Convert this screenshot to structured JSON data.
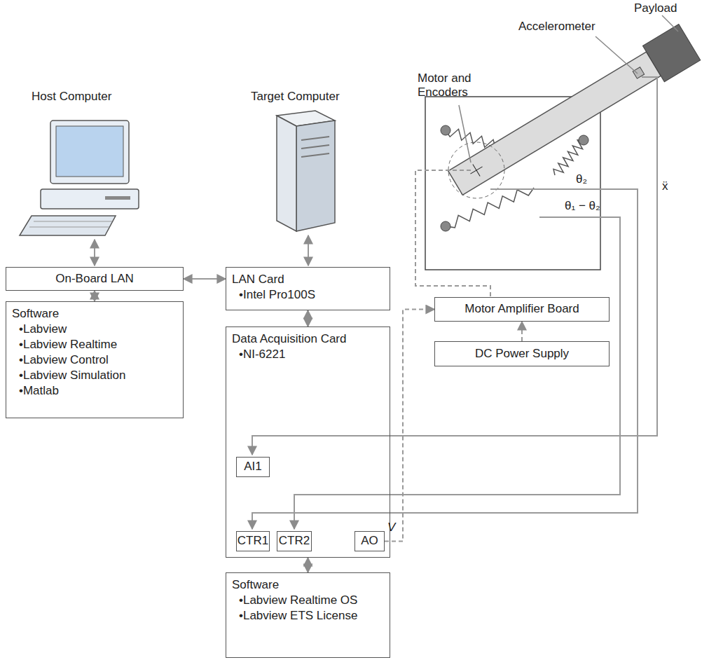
{
  "diagram": {
    "nodes": [
      {
        "text": [
          "On-Board LAN"
        ]
      },
      {
        "text": [
          "Software",
          "•Labview",
          "•Labview Realtime",
          "•Labview Control",
          "•Labview Simulation",
          "•Matlab"
        ]
      },
      {
        "text": [
          "LAN Card",
          "•Intel Pro100S"
        ]
      },
      {
        "text": [
          "Data Acquisition Card",
          "•NI-6221"
        ]
      },
      {
        "text": [
          "AI1"
        ],
        "in": 3
      },
      {
        "text": [
          "CTR1"
        ],
        "in": 3
      },
      {
        "text": [
          "CTR2"
        ],
        "in": 3
      },
      {
        "text": [
          "AO"
        ],
        "in": 3
      },
      {
        "text": [
          "Software",
          "•Labview Realtime OS",
          "•Labview ETS License"
        ]
      },
      {
        "text": [
          "Motor Amplifier Board"
        ]
      },
      {
        "text": [
          "DC Power Supply"
        ]
      }
    ],
    "edges": [
      {
        "from": 0,
        "to": 1,
        "arrow": "both"
      },
      {
        "from": 0,
        "to": 2,
        "arrow": "both"
      },
      {
        "from": 2,
        "to": 3,
        "arrow": "both"
      },
      {
        "from": 3,
        "to": 8,
        "arrow": "both"
      },
      {
        "from": 10,
        "to": 9,
        "arrow": "to"
      },
      {
        "from": 7,
        "to": 9,
        "arrow": "to",
        "label": "V"
      }
    ],
    "labels": [
      "Host Computer",
      "Target Computer",
      "Payload",
      "Accelerometer",
      "Motor and Encoders",
      "θ₂",
      "θ₁ − θ₂",
      "ẍ"
    ]
  }
}
